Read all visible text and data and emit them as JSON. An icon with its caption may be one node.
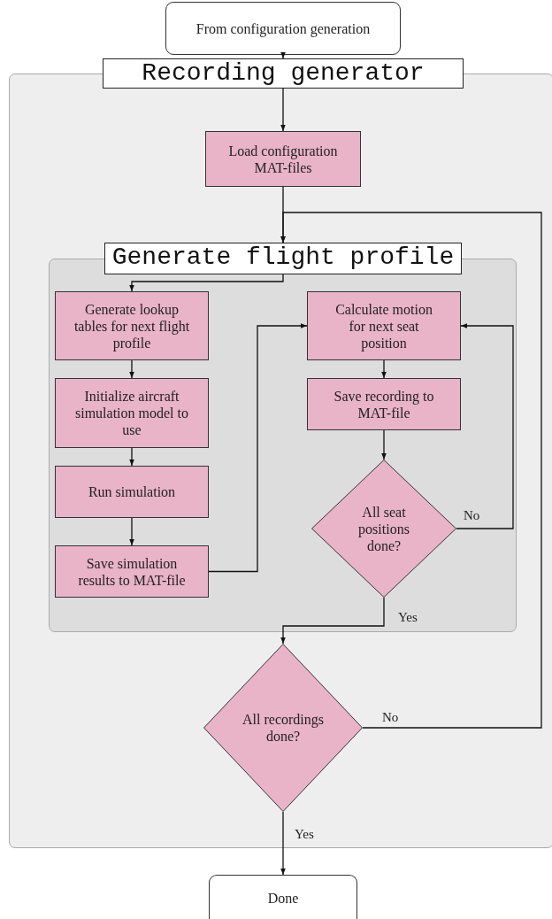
{
  "diagram": {
    "nodes": [
      {
        "text": [
          "From configuration generation"
        ]
      },
      {
        "text": [
          "Recording generator"
        ]
      },
      {
        "text": [
          "Load configuration MAT-files"
        ],
        "in": 1
      },
      {
        "text": [
          "Generate flight profile"
        ],
        "in": 1
      },
      {
        "text": [
          "Generate lookup tables for next flight profile"
        ],
        "in": 3
      },
      {
        "text": [
          "Initialize aircraft simulation model to use"
        ],
        "in": 3
      },
      {
        "text": [
          "Run simulation"
        ],
        "in": 3
      },
      {
        "text": [
          "Save simulation results to MAT-file"
        ],
        "in": 3
      },
      {
        "text": [
          "Calculate motion for next seat position"
        ],
        "in": 3
      },
      {
        "text": [
          "Save recording to MAT-file"
        ],
        "in": 3
      },
      {
        "text": [
          "All seat positions done?"
        ],
        "in": 3
      },
      {
        "text": [
          "All recordings done?"
        ],
        "in": 1
      },
      {
        "text": [
          "Done"
        ]
      }
    ],
    "edges": [
      {
        "from": 0,
        "to": 1,
        "arrow": "to"
      },
      {
        "from": 1,
        "to": 2,
        "arrow": "to"
      },
      {
        "from": 2,
        "to": 3,
        "arrow": "to"
      },
      {
        "from": 11,
        "to": 3,
        "arrow": "to",
        "label": "No"
      },
      {
        "from": 3,
        "to": 4,
        "arrow": "to"
      },
      {
        "from": 4,
        "to": 5,
        "arrow": "to"
      },
      {
        "from": 5,
        "to": 6,
        "arrow": "to"
      },
      {
        "from": 6,
        "to": 7,
        "arrow": "to"
      },
      {
        "from": 7,
        "to": 8,
        "arrow": "to"
      },
      {
        "from": 8,
        "to": 9,
        "arrow": "to"
      },
      {
        "from": 9,
        "to": 10,
        "arrow": "to"
      },
      {
        "from": 10,
        "to": 8,
        "arrow": "to",
        "label": "No"
      },
      {
        "from": 10,
        "to": 11,
        "arrow": "to",
        "label": "Yes"
      },
      {
        "from": 11,
        "to": 12,
        "arrow": "to",
        "label": "Yes"
      }
    ]
  }
}
